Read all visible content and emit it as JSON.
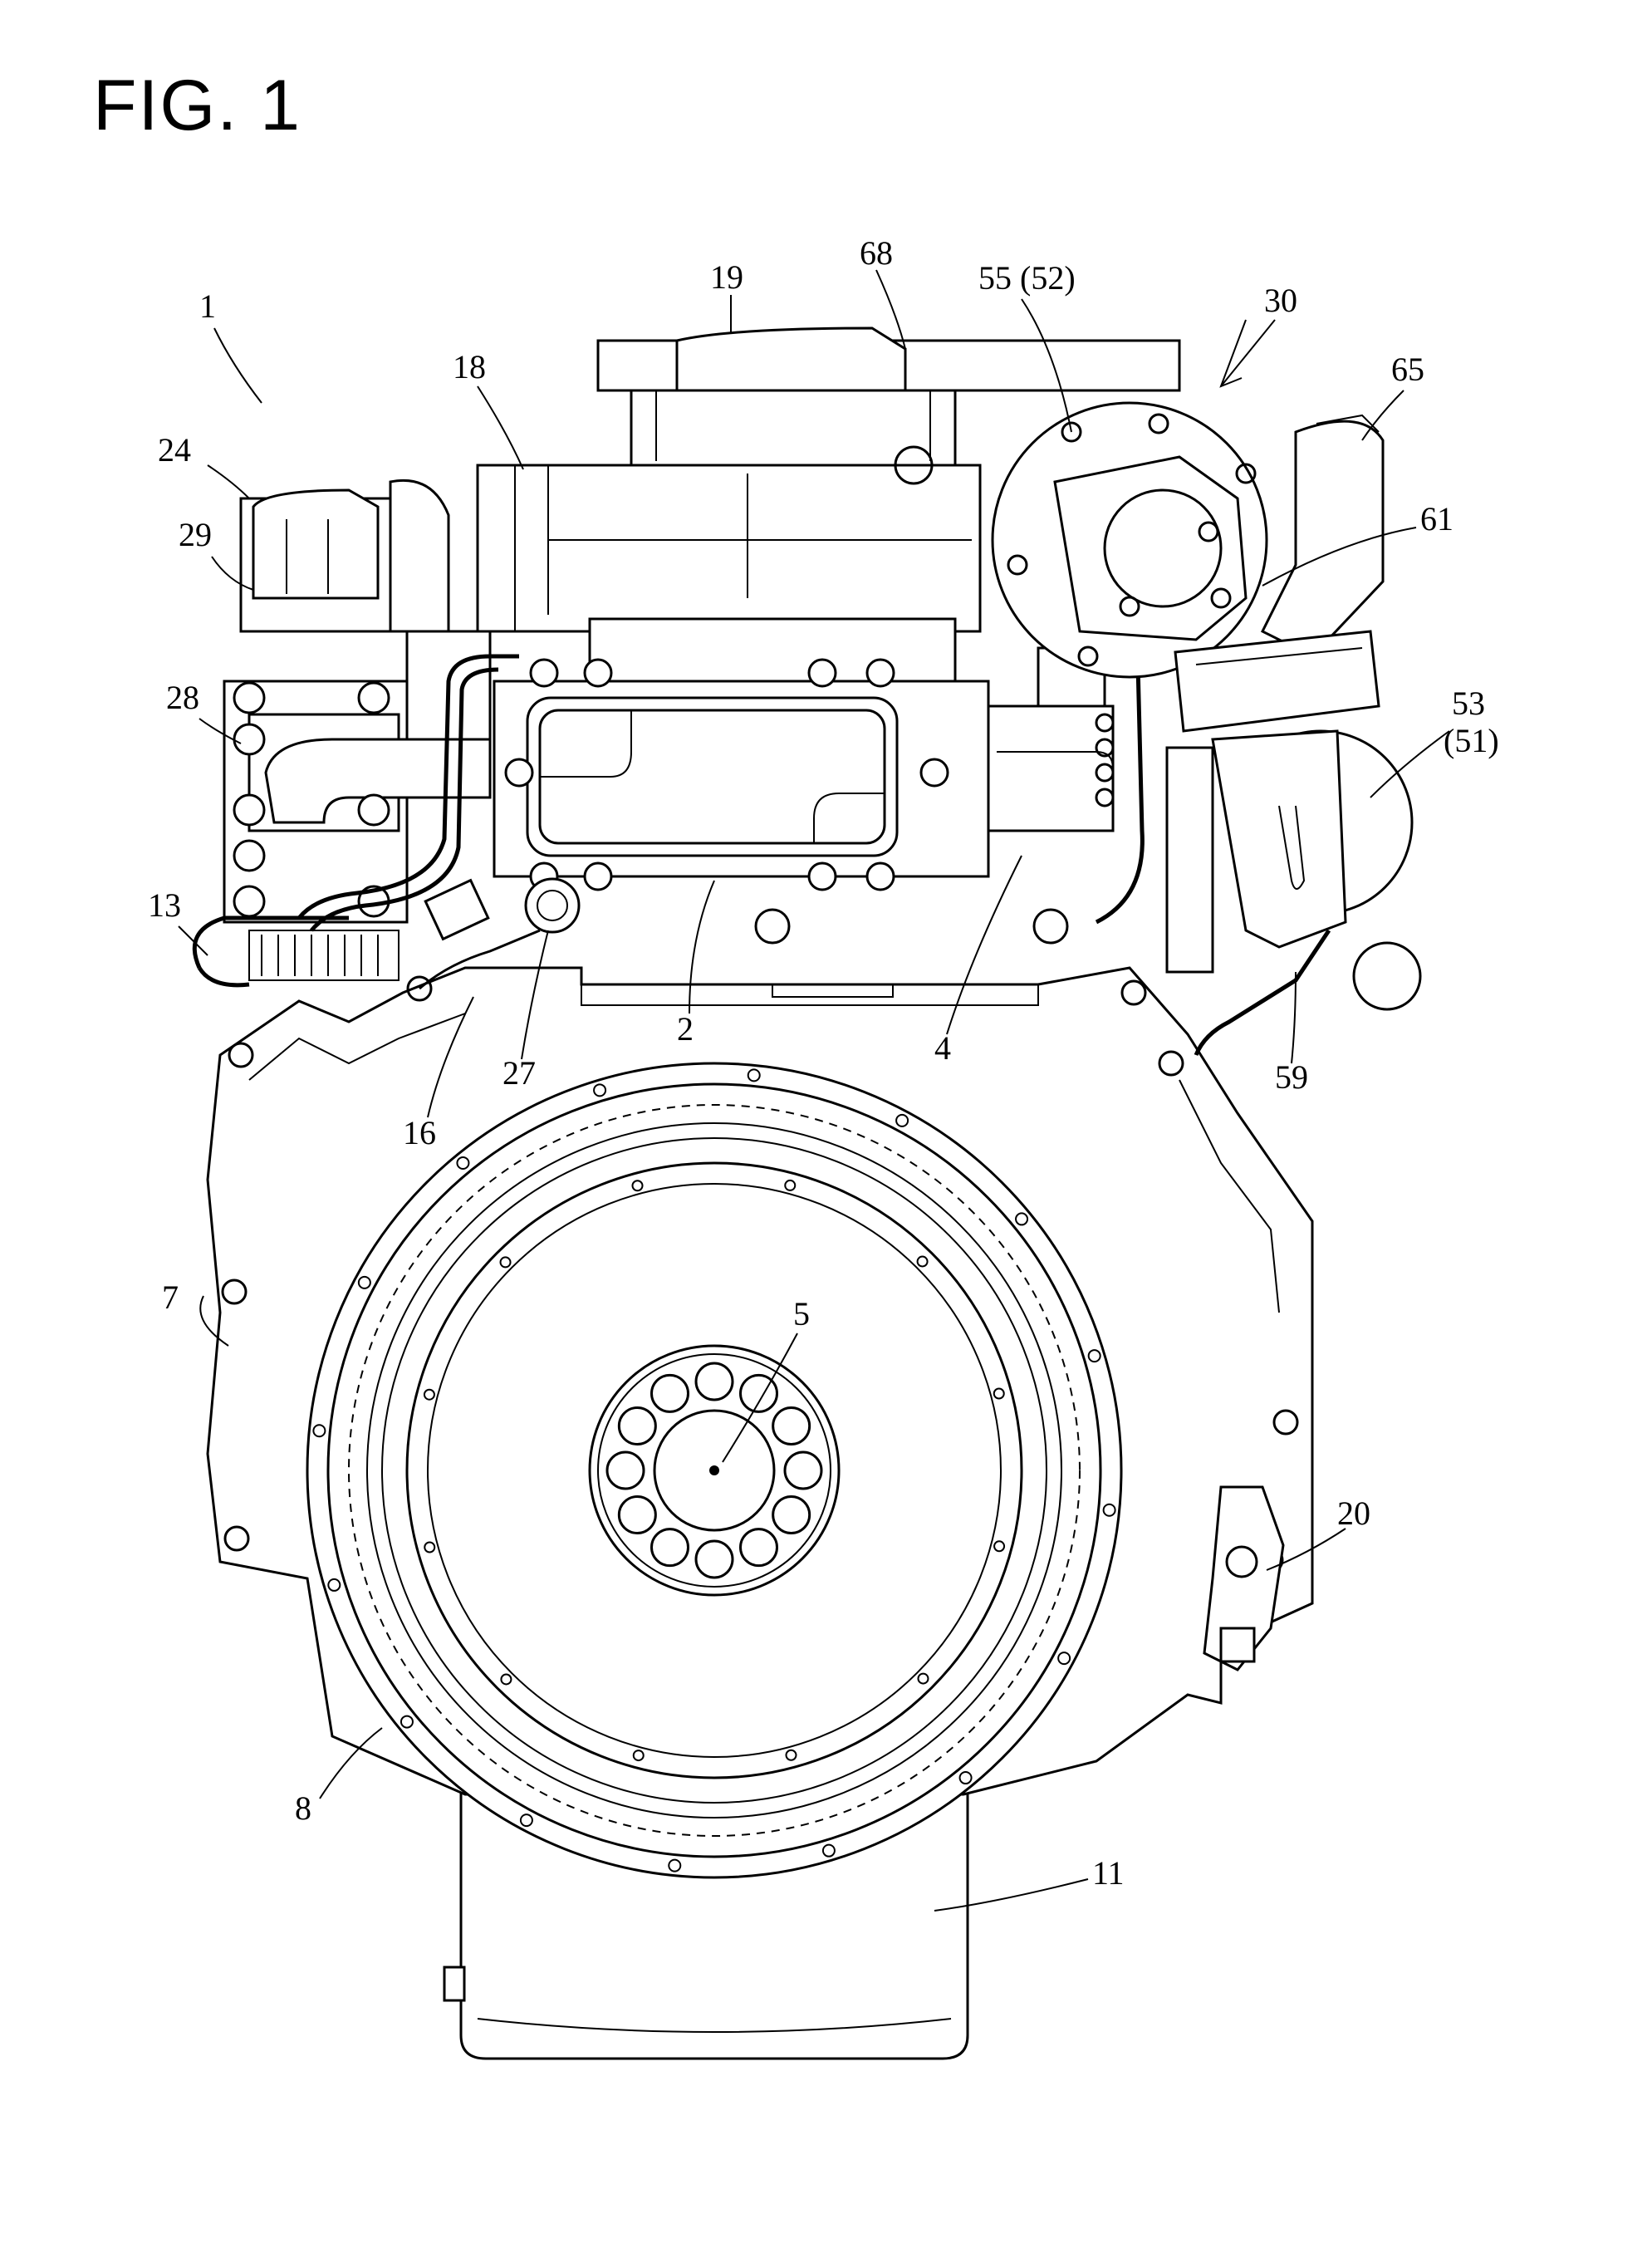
{
  "figure": {
    "title": "FIG. 1",
    "reference_labels": [
      {
        "id": "1",
        "text": "1"
      },
      {
        "id": "2",
        "text": "2"
      },
      {
        "id": "4",
        "text": "4"
      },
      {
        "id": "5",
        "text": "5"
      },
      {
        "id": "7",
        "text": "7"
      },
      {
        "id": "8",
        "text": "8"
      },
      {
        "id": "11",
        "text": "11"
      },
      {
        "id": "13",
        "text": "13"
      },
      {
        "id": "16",
        "text": "16"
      },
      {
        "id": "18",
        "text": "18"
      },
      {
        "id": "19",
        "text": "19"
      },
      {
        "id": "20",
        "text": "20"
      },
      {
        "id": "24",
        "text": "24"
      },
      {
        "id": "27",
        "text": "27"
      },
      {
        "id": "28",
        "text": "28"
      },
      {
        "id": "29",
        "text": "29"
      },
      {
        "id": "30",
        "text": "30"
      },
      {
        "id": "53",
        "text": "53"
      },
      {
        "id": "51",
        "text": "(51)"
      },
      {
        "id": "55",
        "text": "55 (52)"
      },
      {
        "id": "59",
        "text": "59"
      },
      {
        "id": "61",
        "text": "61"
      },
      {
        "id": "65",
        "text": "65"
      },
      {
        "id": "68",
        "text": "68"
      }
    ]
  }
}
